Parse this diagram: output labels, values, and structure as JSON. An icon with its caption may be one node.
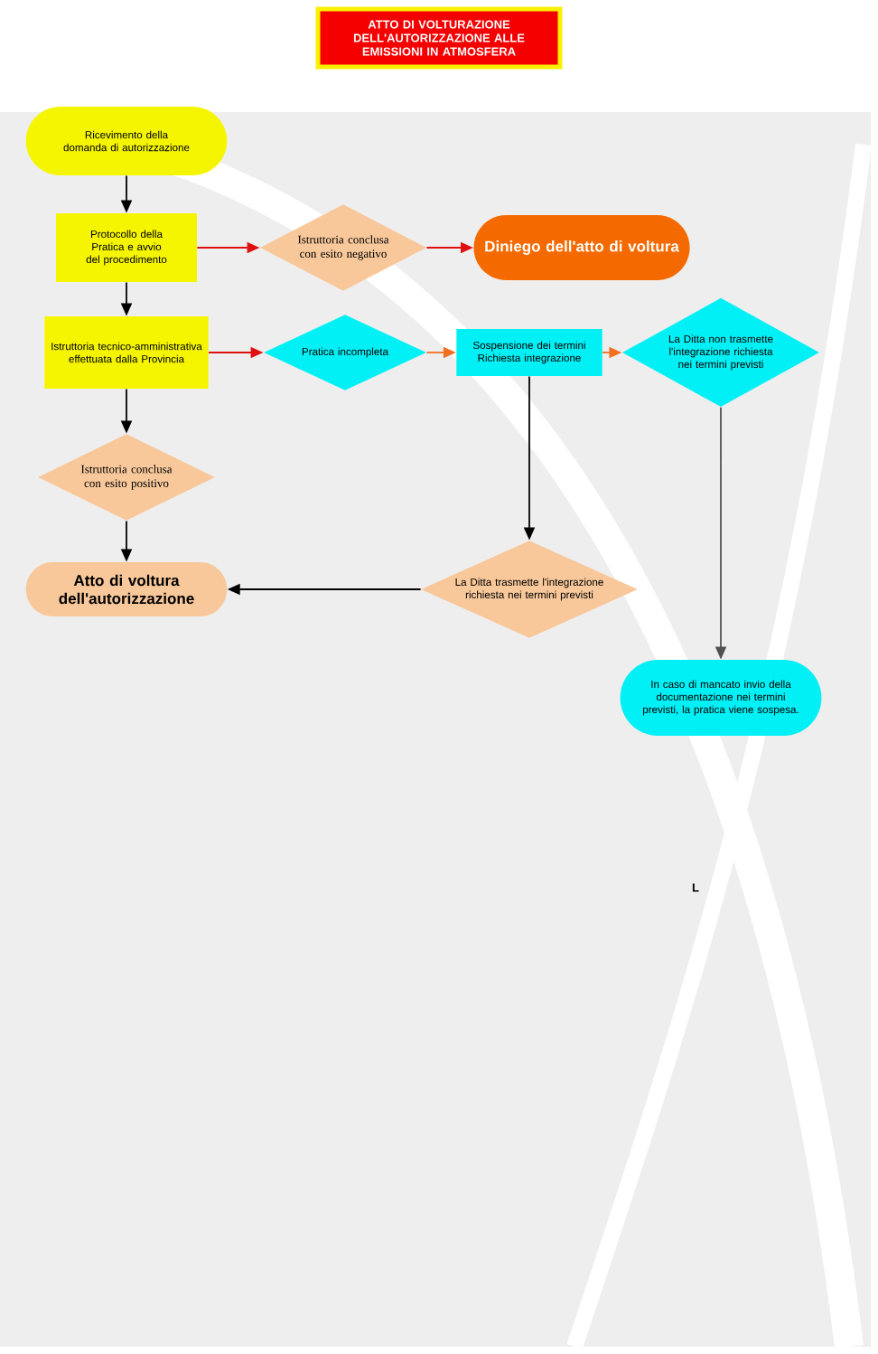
{
  "diagram": {
    "title": "ATTO DI VOLTURAZIONE DELL'AUTORIZZAZIONE ALLE EMISSIONI IN ATMOSFERA",
    "nodes": [
      {
        "text": [
          "Ricevimento della domanda di autorizzazione"
        ]
      },
      {
        "text": [
          "Protocollo della Pratica e avvio del procedimento"
        ]
      },
      {
        "text": [
          "Istruttoria conclusa con esito negativo"
        ]
      },
      {
        "text": [
          "Diniego dell'atto di voltura"
        ]
      },
      {
        "text": [
          "Istruttoria tecnico-amministrativa effettuata dalla Provincia"
        ]
      },
      {
        "text": [
          "Pratica incompleta"
        ]
      },
      {
        "text": [
          "Sospensione dei termini Richiesta integrazione"
        ]
      },
      {
        "text": [
          "La Ditta non trasmette l'integrazione richiesta nei termini previsti"
        ]
      },
      {
        "text": [
          "Istruttoria conclusa con esito positivo"
        ]
      },
      {
        "text": [
          "Atto di voltura dell'autorizzazione"
        ]
      },
      {
        "text": [
          "La Ditta trasmette l'integrazione richiesta nei termini previsti"
        ]
      },
      {
        "text": [
          "In caso di mancato invio della documentazione nei termini previsti, la pratica viene sospesa."
        ]
      }
    ],
    "edges": [
      {
        "from": 0,
        "to": 1,
        "arrow": "to"
      },
      {
        "from": 1,
        "to": 2,
        "arrow": "to",
        "color": "#e01010"
      },
      {
        "from": 2,
        "to": 3,
        "arrow": "to",
        "color": "#e01010"
      },
      {
        "from": 1,
        "to": 4,
        "arrow": "to"
      },
      {
        "from": 4,
        "to": 5,
        "arrow": "to",
        "color": "#e01010"
      },
      {
        "from": 5,
        "to": 6,
        "arrow": "to",
        "color": "#f07020"
      },
      {
        "from": 6,
        "to": 7,
        "arrow": "to",
        "color": "#f07020"
      },
      {
        "from": 4,
        "to": 8,
        "arrow": "to"
      },
      {
        "from": 8,
        "to": 9,
        "arrow": "to"
      },
      {
        "from": 6,
        "to": 10,
        "arrow": "to"
      },
      {
        "from": 10,
        "to": 9,
        "arrow": "to"
      },
      {
        "from": 7,
        "to": 11,
        "arrow": "to",
        "color": "#505050"
      }
    ],
    "labels": [
      "L"
    ]
  }
}
